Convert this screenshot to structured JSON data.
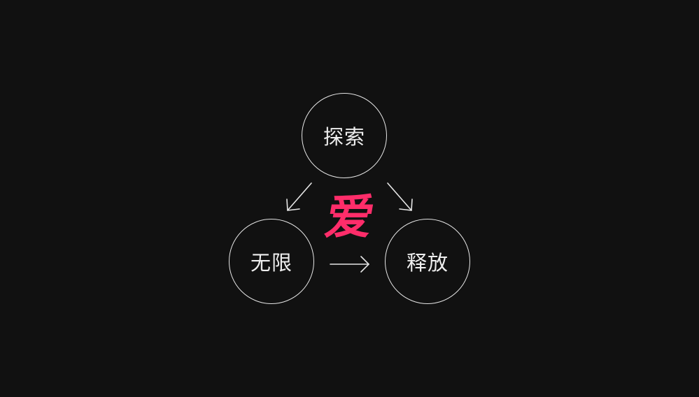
{
  "center": {
    "label": "爱",
    "color": "#ff2d6a"
  },
  "nodes": {
    "top": {
      "label": "探索"
    },
    "left": {
      "label": "无限"
    },
    "right": {
      "label": "释放"
    }
  },
  "edges": [
    {
      "from": "探索",
      "to": "无限"
    },
    {
      "from": "探索",
      "to": "释放"
    },
    {
      "from": "无限",
      "to": "释放"
    }
  ],
  "colors": {
    "background": "#111111",
    "stroke": "#e6e6e6",
    "text": "#eeeeee"
  }
}
